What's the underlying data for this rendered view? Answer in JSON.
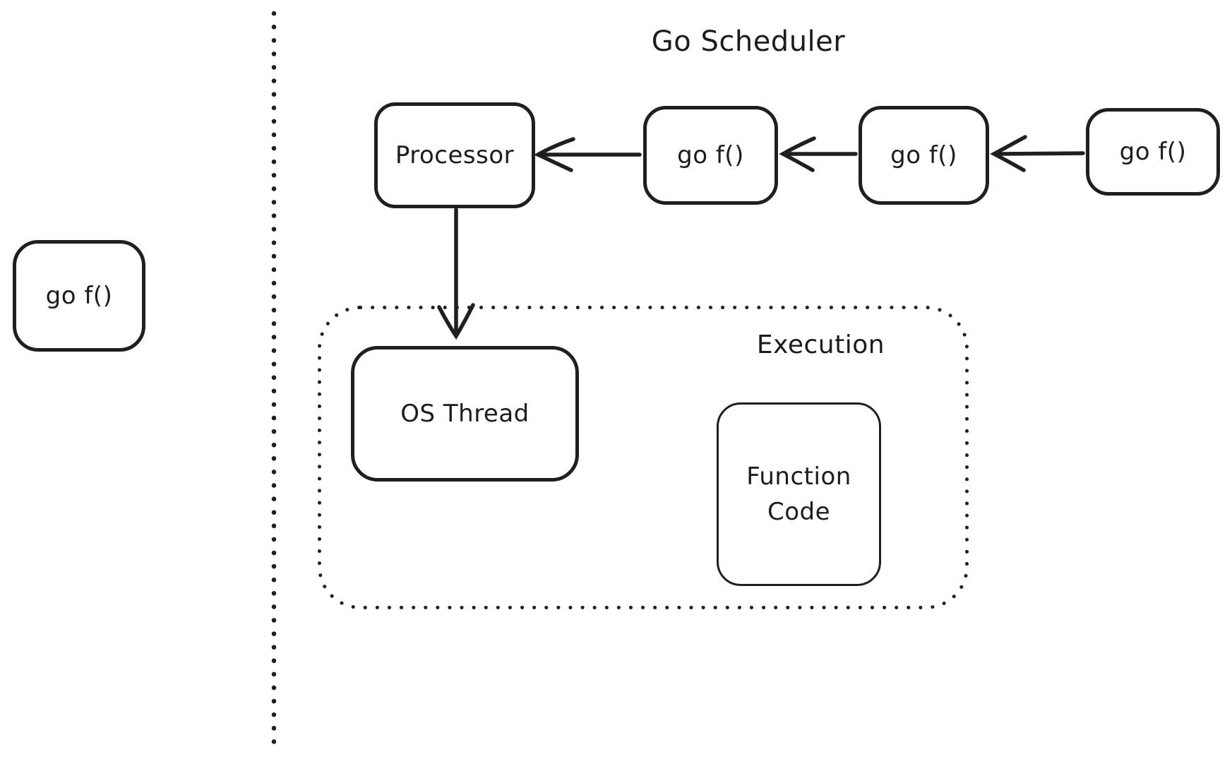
{
  "canvas": {
    "background": "#ffffff",
    "ink_color": "#1f1f1f"
  },
  "title": "Go Scheduler",
  "left_goroutine": {
    "label": "go f()"
  },
  "scheduler": {
    "processor": {
      "label": "Processor"
    },
    "queue": [
      {
        "label": "go f()"
      },
      {
        "label": "go f()"
      },
      {
        "label": "go f()"
      }
    ]
  },
  "execution": {
    "label": "Execution",
    "os_thread": {
      "label": "OS Thread"
    },
    "function_code": {
      "label": "Function Code",
      "lines": [
        "Function",
        "Code"
      ]
    }
  }
}
